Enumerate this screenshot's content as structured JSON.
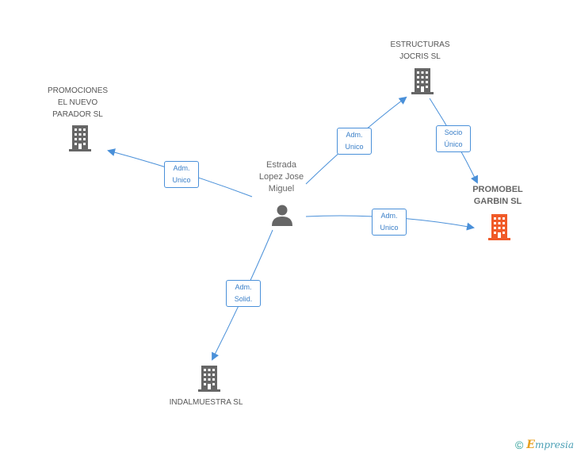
{
  "nodes": {
    "person": {
      "label": "Estrada\nLopez Jose\nMiguel",
      "icon": "person-icon",
      "color": "#666666"
    },
    "promociones": {
      "label": "PROMOCIONES\nEL NUEVO\nPARADOR SL",
      "icon": "building-icon",
      "color": "#666666"
    },
    "estructuras": {
      "label": "ESTRUCTURAS\nJOCRIS SL",
      "icon": "building-icon",
      "color": "#666666"
    },
    "promobel": {
      "label": "PROMOBEL\nGARBIN SL",
      "icon": "building-icon",
      "color": "#f05a28"
    },
    "indalmuestra": {
      "label": "INDALMUESTRA SL",
      "icon": "building-icon",
      "color": "#666666"
    }
  },
  "edges": {
    "to_promociones": {
      "label": "Adm.\nUnico"
    },
    "to_estructuras": {
      "label": "Adm.\nUnico"
    },
    "to_promobel": {
      "label": "Adm.\nUnico"
    },
    "to_indalmuestra": {
      "label": "Adm.\nSolid."
    },
    "estructuras_to_promobel": {
      "label": "Socio\nÚnico"
    }
  },
  "edge_color": "#4a90d9",
  "footer": {
    "copyright": "©",
    "brand_initial": "E",
    "brand_rest": "mpresia"
  }
}
